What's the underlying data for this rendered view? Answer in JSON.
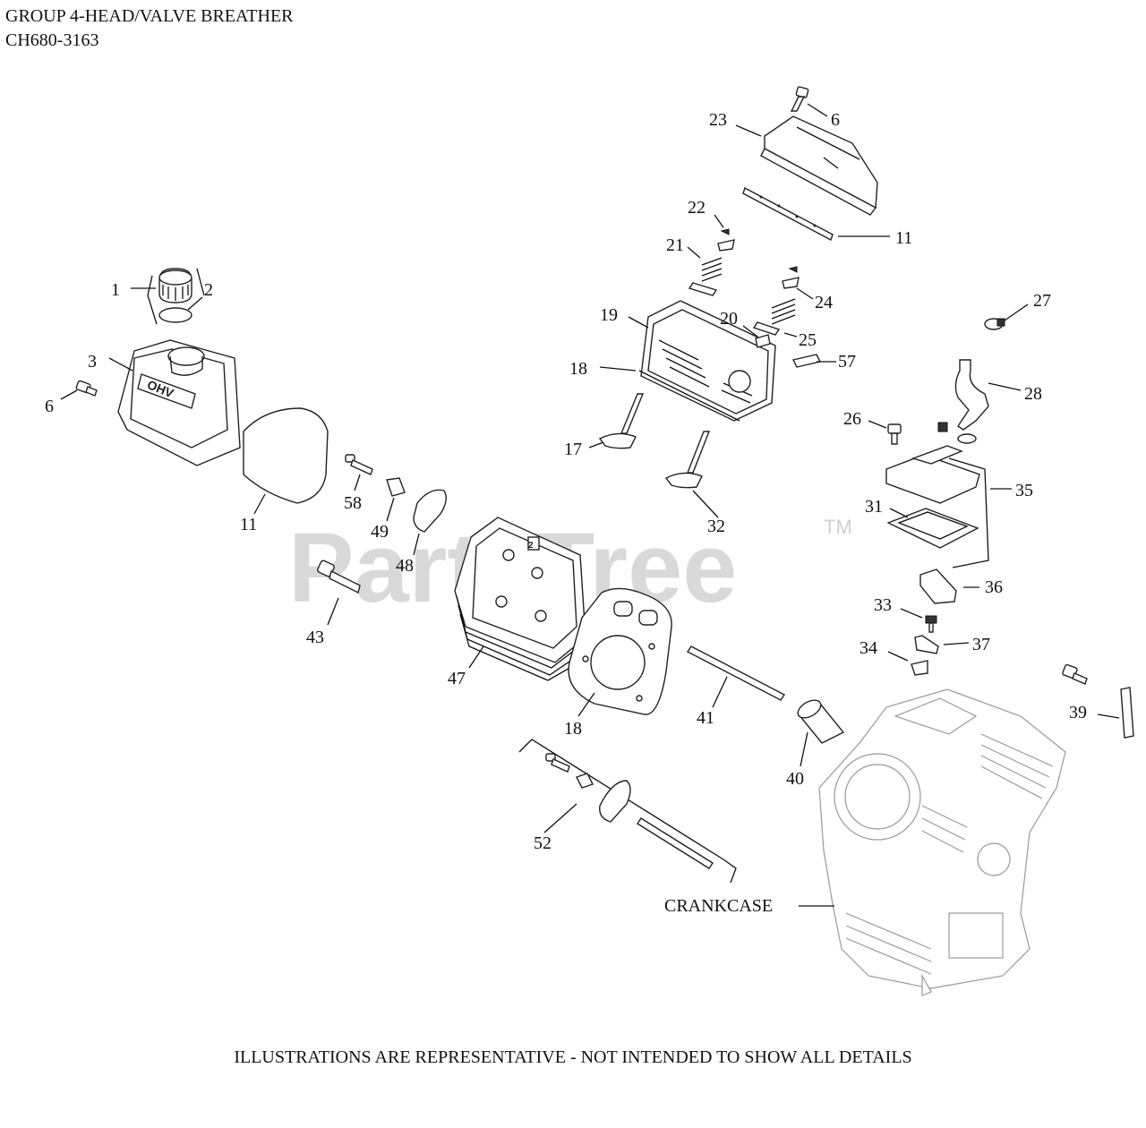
{
  "header": {
    "title": "GROUP 4-HEAD/VALVE BREATHER",
    "model": "CH680-3163"
  },
  "watermark": {
    "text": "PartsTree",
    "trademark": "TM"
  },
  "footer": {
    "note": "ILLUSTRATIONS ARE REPRESENTATIVE - NOT INTENDED TO SHOW ALL DETAILS"
  },
  "parts": {
    "p1": "1",
    "p2": "2",
    "p3": "3",
    "p6a": "6",
    "p6b": "6",
    "p11a": "11",
    "p11b": "11",
    "p17": "17",
    "p18a": "18",
    "p18b": "18",
    "p19": "19",
    "p20": "20",
    "p21": "21",
    "p22": "22",
    "p23": "23",
    "p24": "24",
    "p25": "25",
    "p26": "26",
    "p27": "27",
    "p28": "28",
    "p31": "31",
    "p32": "32",
    "p33": "33",
    "p34": "34",
    "p35": "35",
    "p36": "36",
    "p37": "37",
    "p39": "39",
    "p40": "40",
    "p41": "41",
    "p43": "43",
    "p47": "47",
    "p48": "48",
    "p49": "49",
    "p52": "52",
    "p57": "57",
    "p58": "58",
    "crankcase": "CRANKCASE"
  }
}
